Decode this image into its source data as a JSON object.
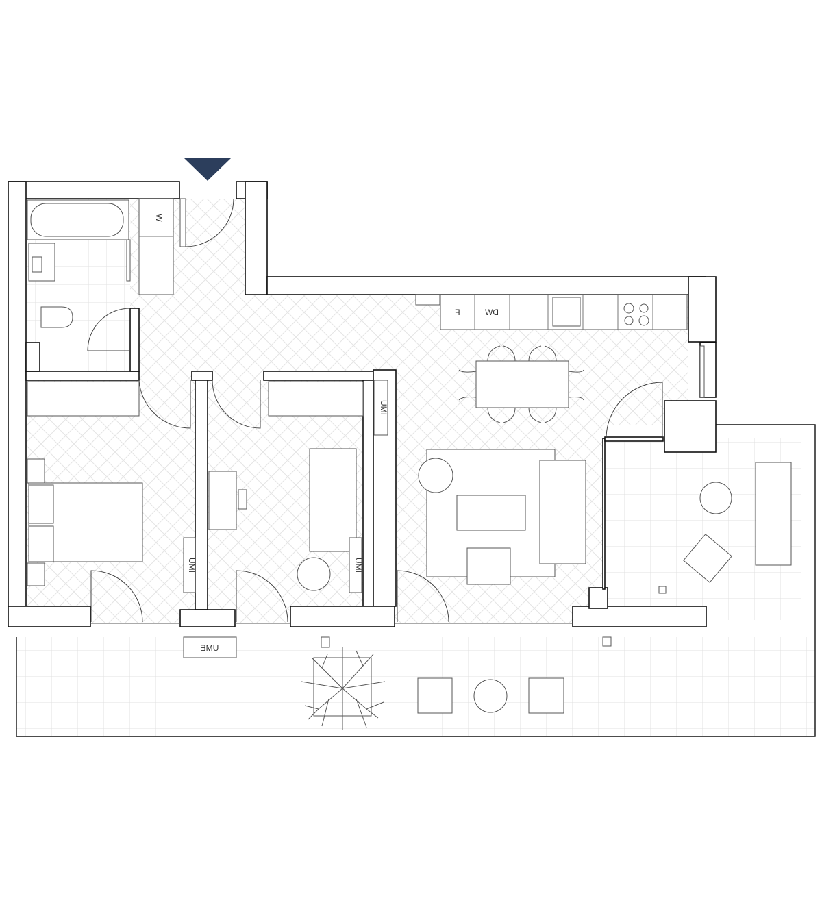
{
  "plan": {
    "entrance_marker_color": "#2c3e5c",
    "labels": {
      "washer": "W",
      "fridge": "F",
      "dishwasher": "DW",
      "imu_bedroom1": "IMU",
      "imu_bedroom2": "IMU",
      "imu_hall": "IMU",
      "ume_terrace": "UME"
    }
  }
}
